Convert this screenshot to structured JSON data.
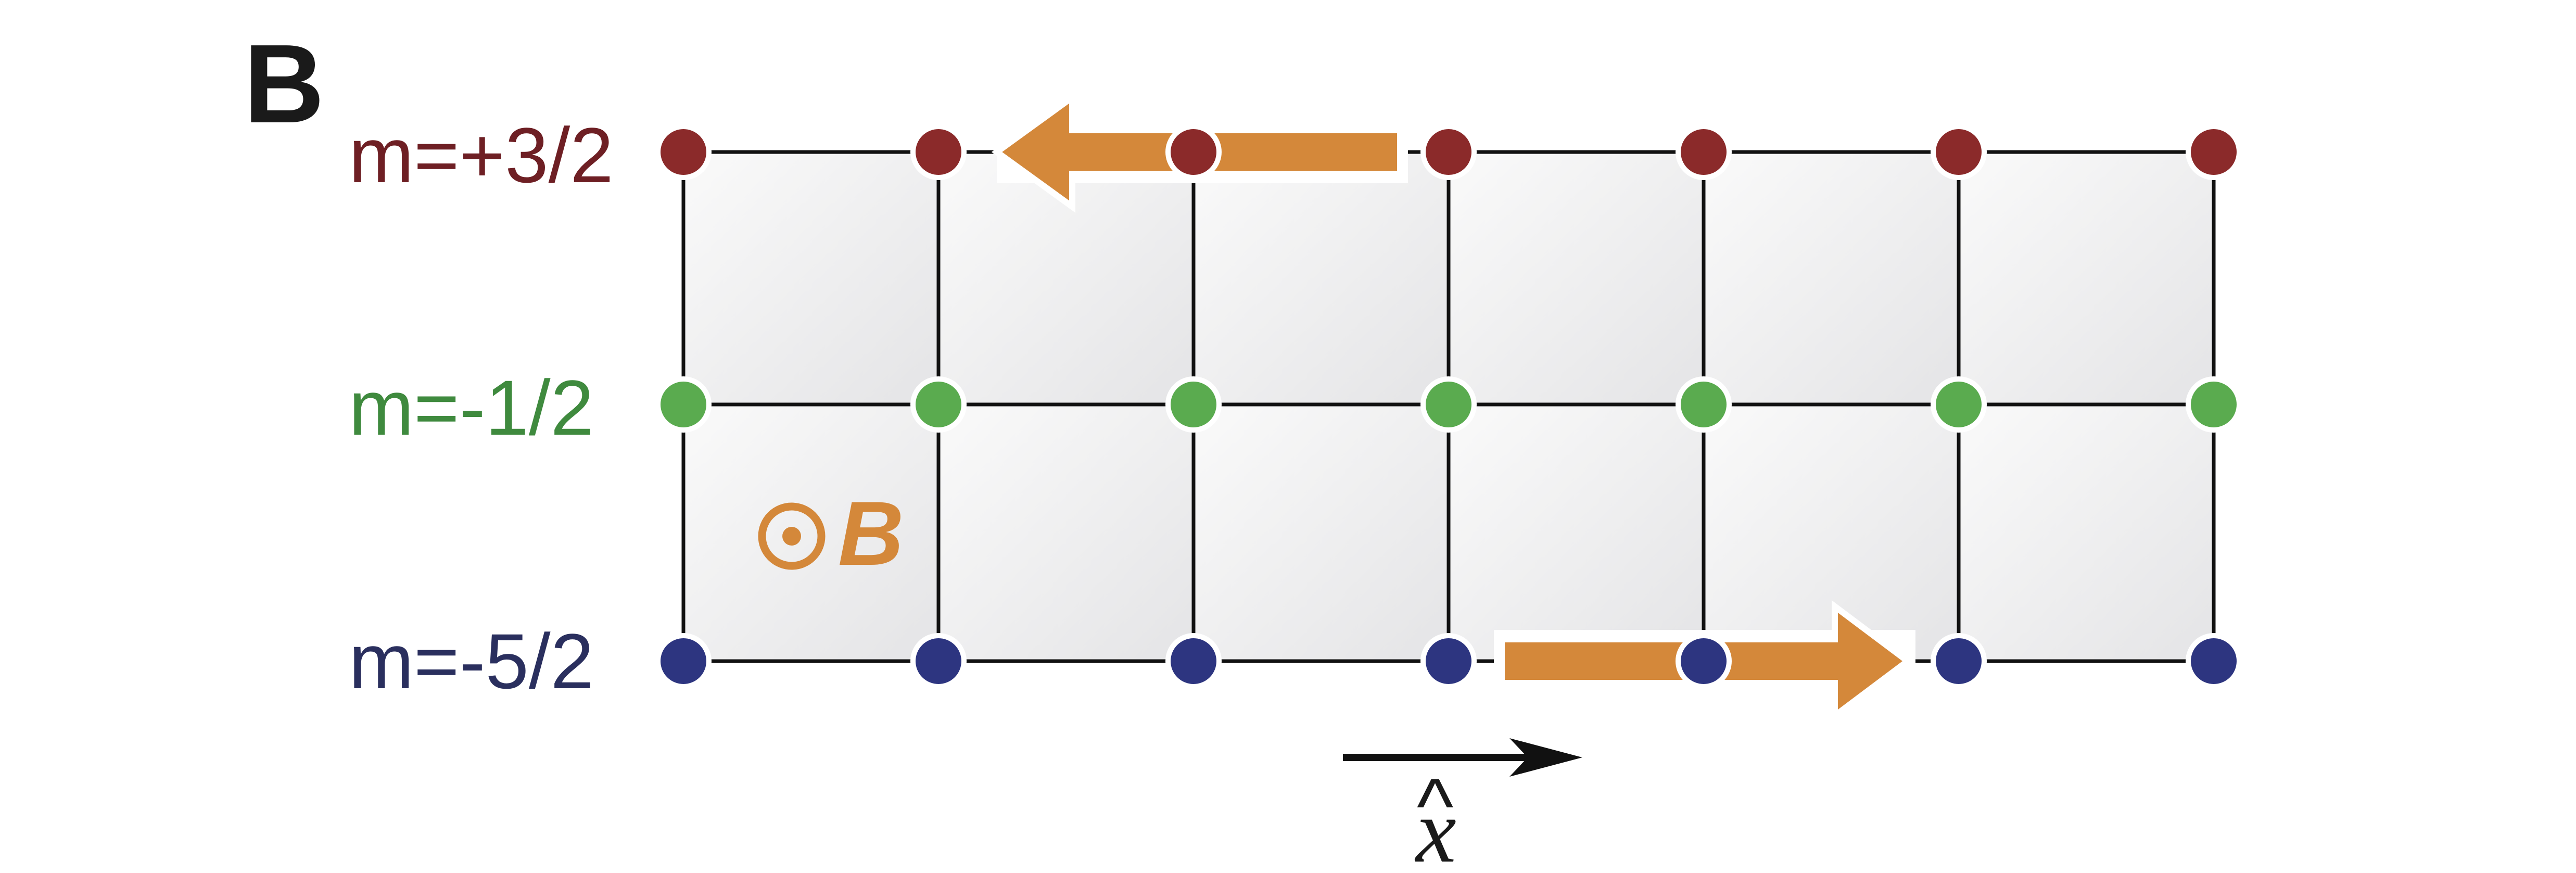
{
  "panel_label": "B",
  "rows": [
    {
      "label": "m=+3/2",
      "color": "#8b2a2a",
      "label_color": "#6e1f24"
    },
    {
      "label": "m=-1/2",
      "color": "#5aab4f",
      "label_color": "#3f8a3e"
    },
    {
      "label": "m=-5/2",
      "color": "#2d3580",
      "label_color": "#2a2f5e"
    }
  ],
  "columns": 7,
  "field": {
    "symbol": "⊙",
    "label": "B",
    "color": "#d4883a"
  },
  "arrows": [
    {
      "row": 0,
      "direction": "left",
      "color": "#d4883a"
    },
    {
      "row": 2,
      "direction": "right",
      "color": "#d4883a"
    }
  ],
  "axis": {
    "label": "x",
    "hat": "^"
  },
  "colors": {
    "grid_line": "#111111",
    "cell_fill_light": "#fafafa",
    "cell_fill_dark": "#e4e4e6"
  }
}
